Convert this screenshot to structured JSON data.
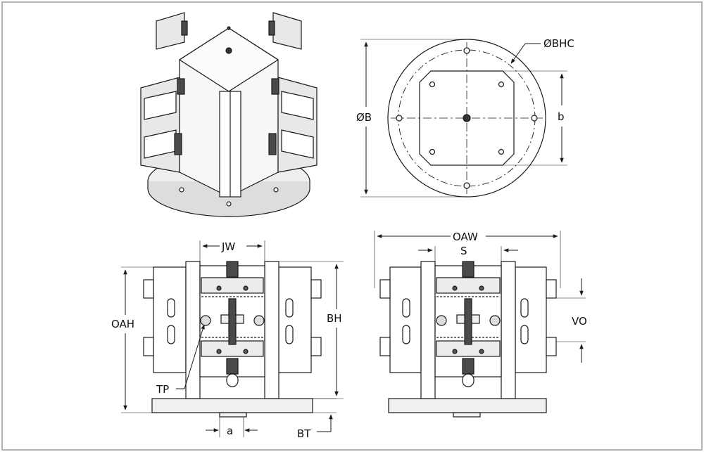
{
  "labels": {
    "bhc": "ØBHC",
    "b_dia": "ØB",
    "b_small": "b",
    "jw": "JW",
    "oah": "OAH",
    "bh": "BH",
    "tp": "TP",
    "a": "a",
    "bt": "BT",
    "oaw": "OAW",
    "s": "S",
    "vo": "VO"
  },
  "colors": {
    "line": "#1a1a1a",
    "fill_light": "#f4f4f4",
    "fill_mid": "#e2e2e2",
    "fill_dark": "#4a4a4a",
    "frame": "#9a9a9a"
  }
}
